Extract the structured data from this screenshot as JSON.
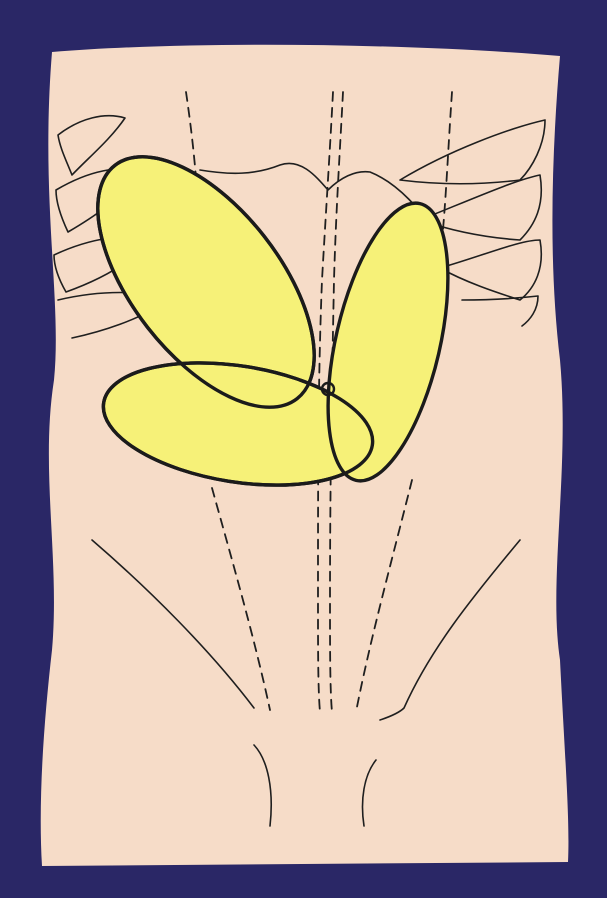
{
  "colors": {
    "background": "#2a2766",
    "skin": "#f6dcc8",
    "highlight": "#f6f178",
    "line": "#1f1f1f"
  },
  "regions": [
    {
      "id": "upper-left-oblique-region"
    },
    {
      "id": "right-vertical-region"
    },
    {
      "id": "lower-transverse-region"
    },
    {
      "id": "umbilical-circle"
    }
  ]
}
